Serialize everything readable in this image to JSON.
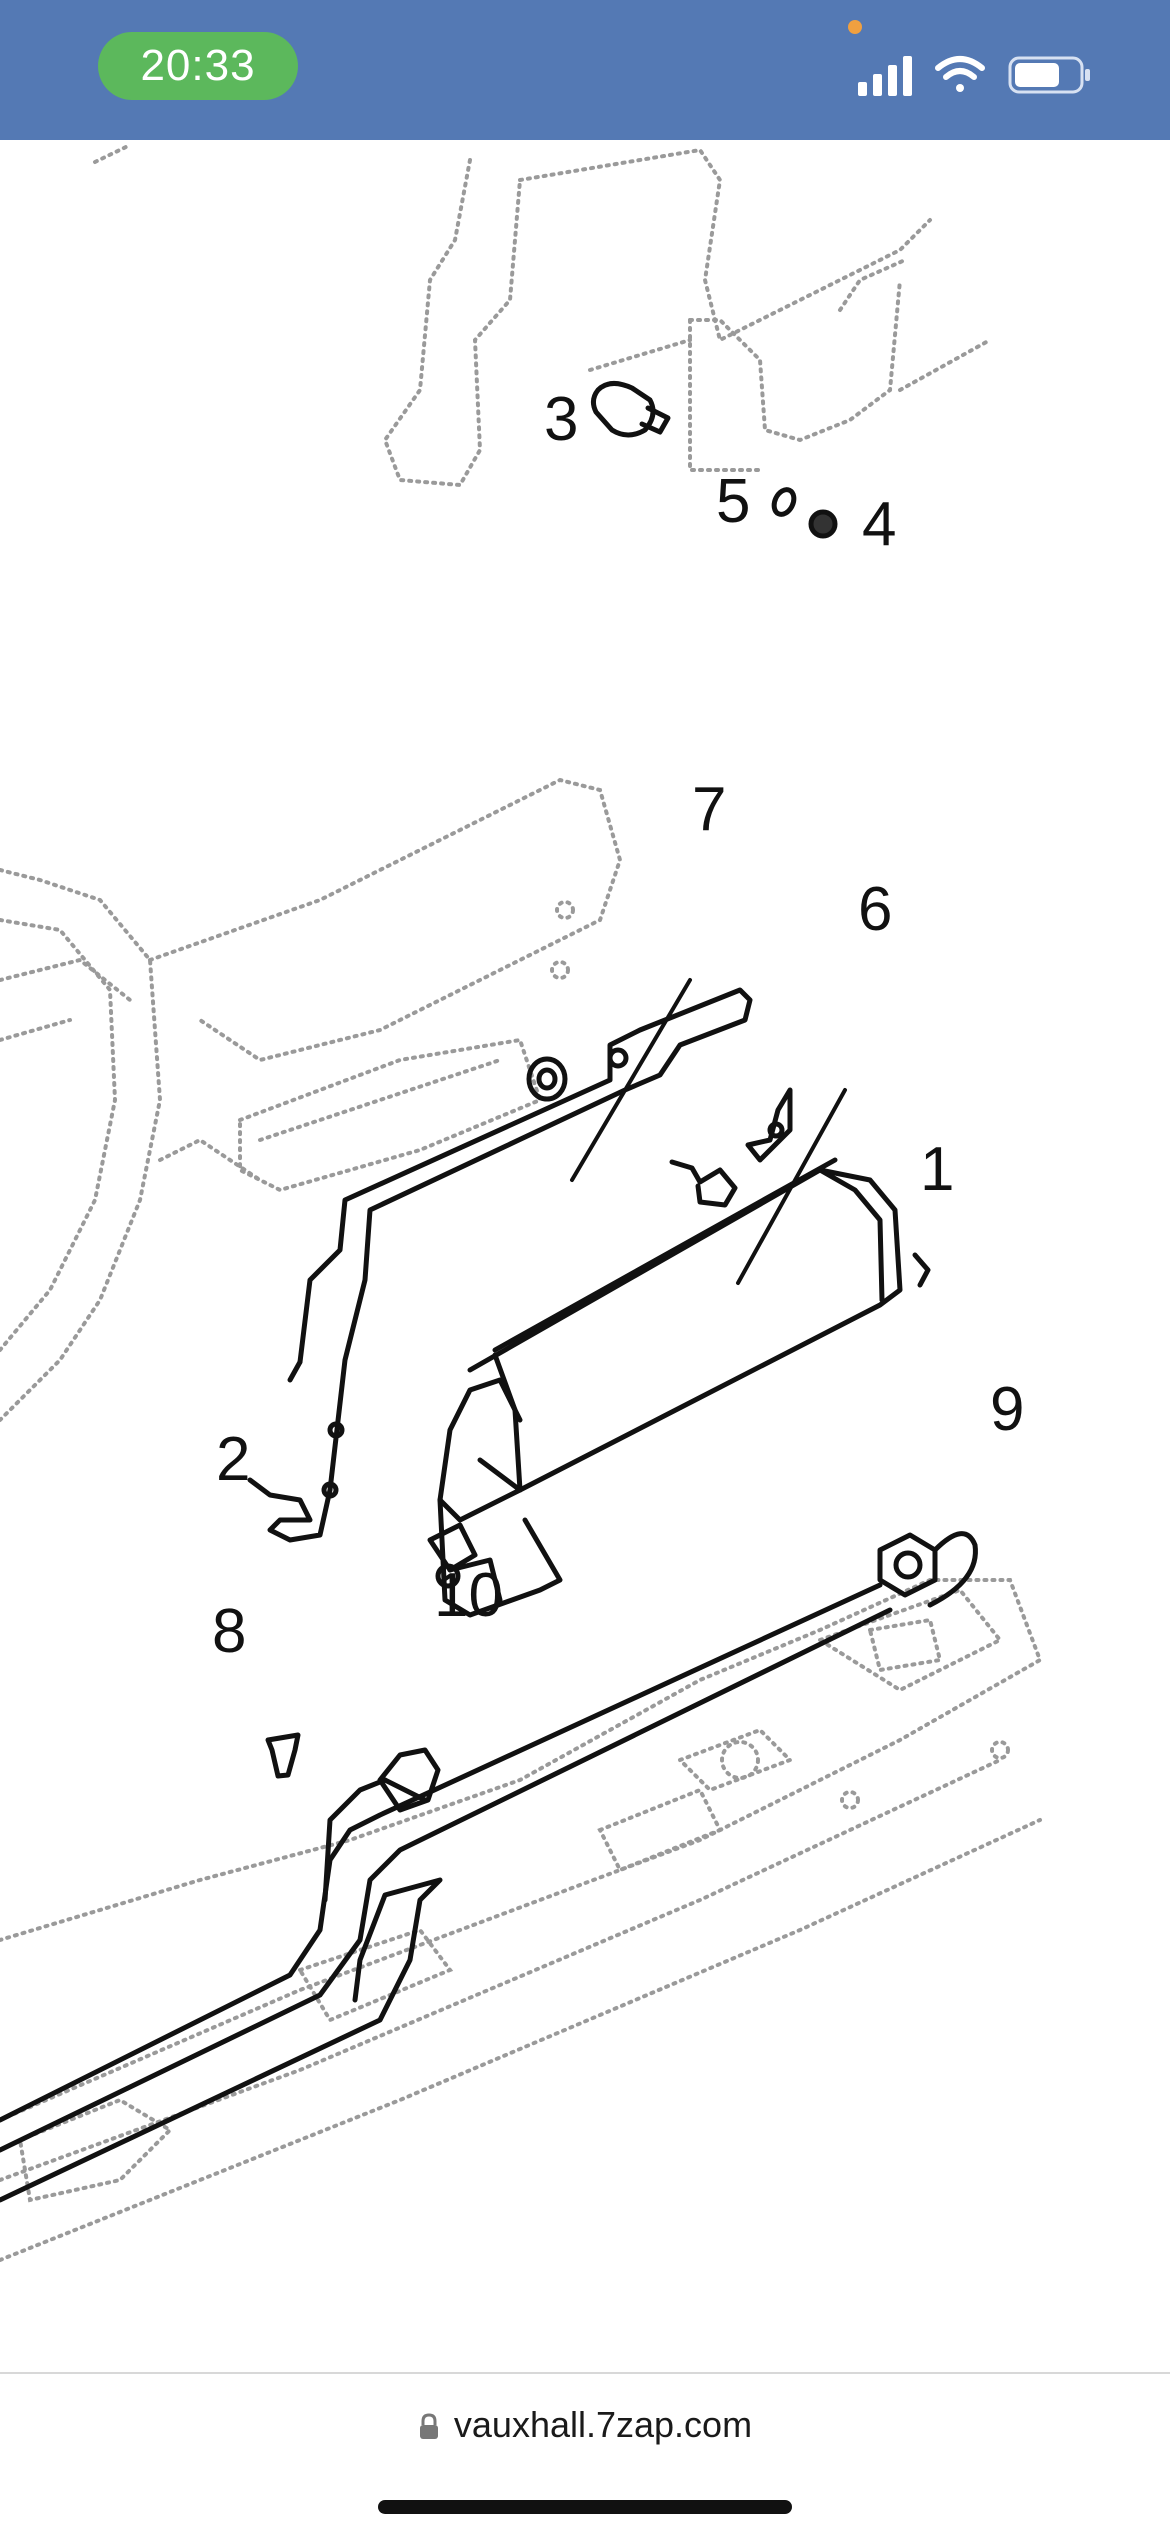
{
  "status_bar": {
    "time": "20:33",
    "icons": [
      "cellular-signal-icon",
      "wifi-icon",
      "battery-icon"
    ],
    "background_color": "#5479b4",
    "pill_color": "#5cb85c"
  },
  "diagram": {
    "callouts": [
      "1",
      "2",
      "3",
      "4",
      "5",
      "6",
      "7",
      "8",
      "9",
      "10"
    ]
  },
  "browser": {
    "url": "vauxhall.7zap.com",
    "lock_icon": "lock-icon"
  }
}
